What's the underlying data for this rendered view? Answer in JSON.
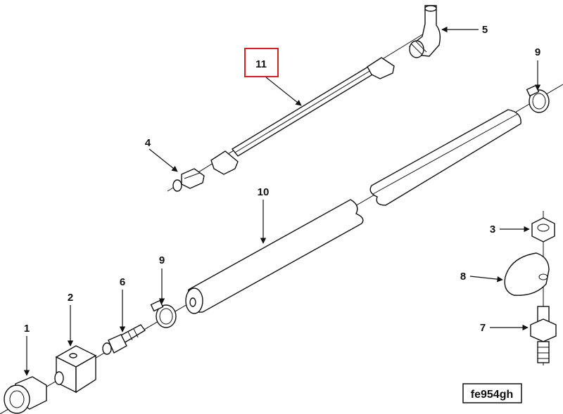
{
  "diagram": {
    "reference_code": "fe954gh",
    "highlighted_callout": "11",
    "highlight_color": "#d42020",
    "callouts": {
      "c1": "1",
      "c2": "2",
      "c3": "3",
      "c4": "4",
      "c5": "5",
      "c6": "6",
      "c7": "7",
      "c8": "8",
      "c9a": "9",
      "c9b": "9",
      "c10": "10",
      "c11": "11"
    }
  }
}
